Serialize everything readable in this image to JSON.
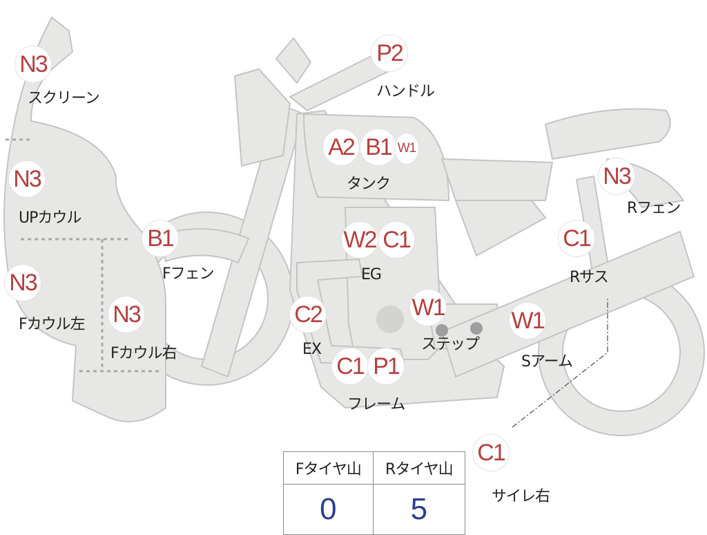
{
  "parts": {
    "screen": {
      "code": "N3",
      "label": "スクリーン"
    },
    "up_cowl": {
      "code": "N3",
      "label": "UPカウル"
    },
    "f_cowl_left": {
      "code": "N3",
      "label": "Fカウル左"
    },
    "f_cowl_right": {
      "code": "N3",
      "label": "Fカウル右"
    },
    "f_fender": {
      "code": "B1",
      "label": "Fフェン"
    },
    "handle": {
      "code": "P2",
      "label": "ハンドル"
    },
    "tank": {
      "codes": [
        "A2",
        "B1",
        "W1"
      ],
      "label": "タンク"
    },
    "engine": {
      "codes": [
        "W2",
        "C1"
      ],
      "label": "EG"
    },
    "exhaust": {
      "code": "C2",
      "label": "EX"
    },
    "frame": {
      "codes": [
        "C1",
        "P1"
      ],
      "label": "フレーム"
    },
    "step": {
      "code": "W1",
      "label": "ステップ"
    },
    "swingarm": {
      "code": "W1",
      "label": "Sアーム"
    },
    "r_suspension": {
      "code": "C1",
      "label": "Rサス"
    },
    "r_fender": {
      "code": "N3",
      "label": "Rフェン"
    },
    "silencer_right": {
      "code": "C1",
      "label": "サイレ右"
    }
  },
  "tire_tread": {
    "front_label": "Fタイヤ山",
    "rear_label": "Rタイヤ山",
    "front_value": "0",
    "rear_value": "5"
  },
  "colors": {
    "body_fill": "#e7e7e5",
    "outline": "#c4c4c4",
    "code_red": "#b44040",
    "value_blue": "#2a3f8f"
  }
}
